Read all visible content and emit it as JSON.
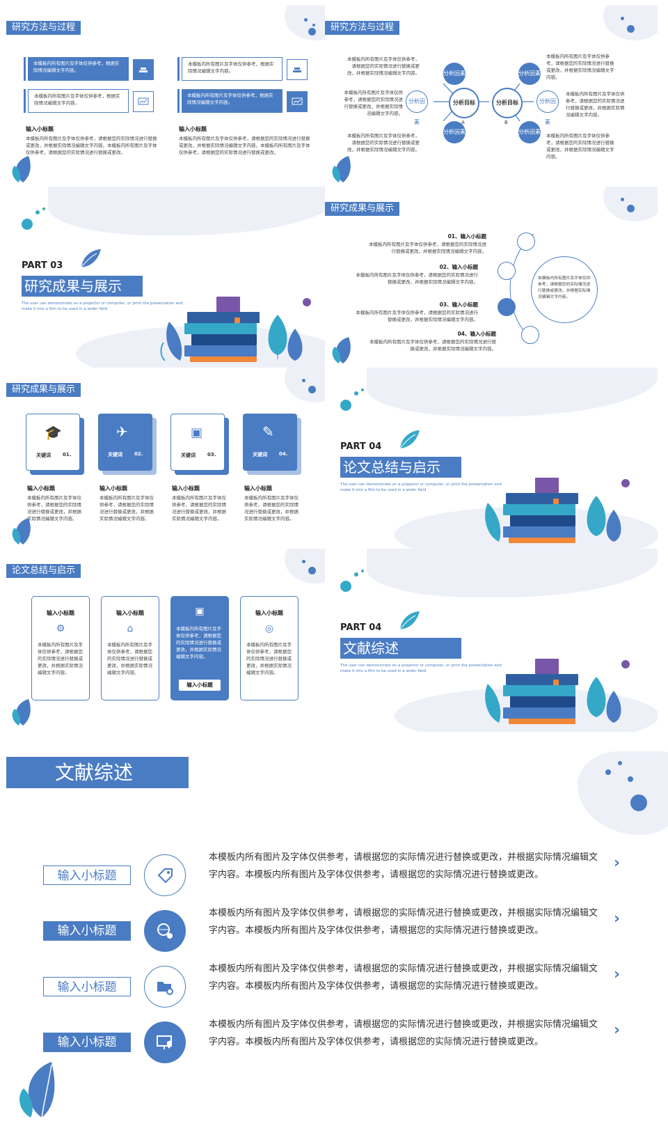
{
  "s1": {
    "title": "研究方法与过程",
    "box_text": "本模板内所有图片及字体仅供参考，根据实际情况编辑文字内容。",
    "box_text2": "本模板内所有图片及字体仅供参考，根据实际情况编辑文字内容。",
    "subtitle": "输入小标题",
    "body": "本模板内所有图片及字体仅供参考，请根据您的实际情况进行替换或更改，并根据实际情况编辑文字内容。本模板内所有图片及字体仅供参考，请根据您的实际情况进行替换或更改。"
  },
  "s2": {
    "title": "研究方法与过程",
    "factor": "分析因素",
    "goal": "分析目标",
    "label_a": "A",
    "label_b": "B",
    "text": "本模板内所有图片及字体仅供参考，请根据您的实际情况进行替换或更改，并根据实际情况编辑文字内容。"
  },
  "s3": {
    "part": "PART 03",
    "title": "研究成果与展示",
    "en": "The user can demonstrate on a projector or computer, or print the presentation and make it into a film to be used in a wider field"
  },
  "s4": {
    "title": "研究成果与展示",
    "items": [
      {
        "title": "01、输入小标题",
        "text": "本模板内所有图片及字体仅供参考，请根据您的实际情况进行替换或更改，并根据实际情况编辑文字内容。"
      },
      {
        "title": "02、输入小标题",
        "text": "本模板内所有图片及字体仅供参考，请根据您的实际情况进行替换或更改，并根据实际情况编辑文字内容。"
      },
      {
        "title": "03、输入小标题",
        "text": "本模板内所有图片及字体仅供参考，请根据您的实际情况进行替换或更改，并根据实际情况编辑文字内容。"
      },
      {
        "title": "04、输入小标题",
        "text": "本模板内所有图片及字体仅供参考，请根据您的实际情况进行替换或更改，并根据实际情况编辑文字内容。"
      }
    ],
    "circle_text": "本模板内所有图片及字体仅供参考，请根据您的实际情况进行替换或更改，并根据实际情况编辑文字内容。"
  },
  "s5": {
    "title": "研究成果与展示",
    "keyword": "关键词",
    "nums": [
      "01.",
      "02.",
      "03.",
      "04."
    ],
    "subtitle": "输入小标题",
    "text": "本模板内所有图片及字体仅供参考，请根据您的实际情况进行替换或更改，并根据实际情况编辑文字内容。"
  },
  "s6": {
    "part": "PART 04",
    "title": "论文总结与启示",
    "en": "The user can demonstrate on a projector or computer, or print the presentation and make it into a film to be used in a wider field"
  },
  "s7": {
    "title": "论文总结与启示",
    "card_title": "输入小标题",
    "text": "本模板内所有图片及字体仅供参考，请根据您的实际情况进行替换或更改，并根据实际情况编辑文字内容。",
    "button": "输入小标题"
  },
  "s8": {
    "part": "PART 04",
    "title": "文献综述",
    "en": "The user can demonstrate on a projector or computer, or print the presentation and make it into a film to be used in a wider field"
  },
  "big": {
    "title": "文献综述",
    "rows": [
      {
        "label": "输入小标题",
        "text": "本模板内所有图片及字体仅供参考，请根据您的实际情况进行替换或更改，并根据实际情况编辑文字内容。本模板内所有图片及字体仅供参考，请根据您的实际情况进行替换或更改。"
      },
      {
        "label": "输入小标题",
        "text": "本模板内所有图片及字体仅供参考，请根据您的实际情况进行替换或更改，并根据实际情况编辑文字内容。本模板内所有图片及字体仅供参考，请根据您的实际情况进行替换或更改。"
      },
      {
        "label": "输入小标题",
        "text": "本模板内所有图片及字体仅供参考，请根据您的实际情况进行替换或更改，并根据实际情况编辑文字内容。本模板内所有图片及字体仅供参考，请根据您的实际情况进行替换或更改。"
      },
      {
        "label": "输入小标题",
        "text": "本模板内所有图片及字体仅供参考，请根据您的实际情况进行替换或更改，并根据实际情况编辑文字内容。本模板内所有图片及字体仅供参考，请根据您的实际情况进行替换或更改。"
      }
    ],
    "icons": [
      "tag-icon",
      "globe-gear-icon",
      "folder-gear-icon",
      "monitor-shield-icon"
    ]
  },
  "colors": {
    "primary": "#4a7cc3",
    "teal": "#35a8c8",
    "purple": "#7a56a8",
    "orange": "#f0883a",
    "blob": "#eef0f8"
  }
}
